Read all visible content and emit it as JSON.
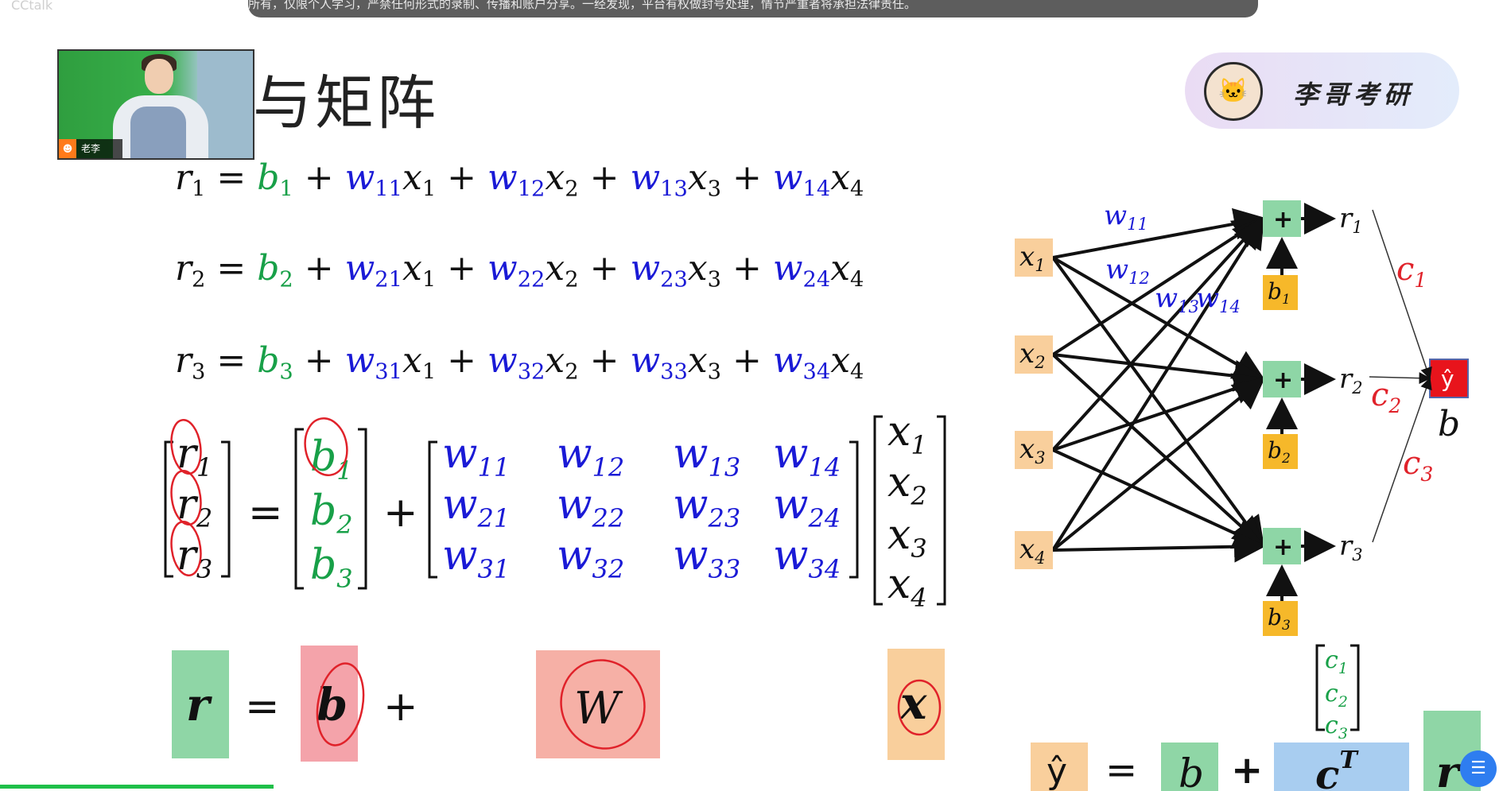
{
  "app": {
    "name": "CCtalk"
  },
  "notice": {
    "text": "所有，仅限个人学习，严禁任何形式的录制、传播和账户分享。一经发现，平台有权做封号处理，情节严重者将承担法律责任。"
  },
  "webcam": {
    "user_name": "老李"
  },
  "slide": {
    "title": "与矩阵",
    "brand": "李哥考研"
  },
  "colors": {
    "bias": "#18a048",
    "weight": "#1a1ad6",
    "output_weight": "#e0222a",
    "node": "#8ed6a6",
    "input_box": "#f9cf9c",
    "bias_box": "#f6b82a"
  },
  "equations": {
    "symbols": {
      "eq": "=",
      "plus": "+"
    },
    "rows": [
      {
        "r": "r",
        "ri": "1",
        "b": "b",
        "bi": "1",
        "terms": [
          [
            "w",
            "11",
            "x",
            "1"
          ],
          [
            "w",
            "12",
            "x",
            "2"
          ],
          [
            "w",
            "13",
            "x",
            "3"
          ],
          [
            "w",
            "14",
            "x",
            "4"
          ]
        ]
      },
      {
        "r": "r",
        "ri": "2",
        "b": "b",
        "bi": "2",
        "terms": [
          [
            "w",
            "21",
            "x",
            "1"
          ],
          [
            "w",
            "22",
            "x",
            "2"
          ],
          [
            "w",
            "23",
            "x",
            "3"
          ],
          [
            "w",
            "24",
            "x",
            "4"
          ]
        ]
      },
      {
        "r": "r",
        "ri": "3",
        "b": "b",
        "bi": "3",
        "terms": [
          [
            "w",
            "31",
            "x",
            "1"
          ],
          [
            "w",
            "32",
            "x",
            "2"
          ],
          [
            "w",
            "33",
            "x",
            "3"
          ],
          [
            "w",
            "34",
            "x",
            "4"
          ]
        ]
      }
    ]
  },
  "matrix": {
    "r": [
      [
        "r",
        "1"
      ],
      [
        "r",
        "2"
      ],
      [
        "r",
        "3"
      ]
    ],
    "b": [
      [
        "b",
        "1"
      ],
      [
        "b",
        "2"
      ],
      [
        "b",
        "3"
      ]
    ],
    "w": [
      [
        [
          "w",
          "11"
        ],
        [
          "w",
          "12"
        ],
        [
          "w",
          "13"
        ],
        [
          "w",
          "14"
        ]
      ],
      [
        [
          "w",
          "21"
        ],
        [
          "w",
          "22"
        ],
        [
          "w",
          "23"
        ],
        [
          "w",
          "24"
        ]
      ],
      [
        [
          "w",
          "31"
        ],
        [
          "w",
          "32"
        ],
        [
          "w",
          "33"
        ],
        [
          "w",
          "34"
        ]
      ]
    ],
    "x": [
      [
        "x",
        "1"
      ],
      [
        "x",
        "2"
      ],
      [
        "x",
        "3"
      ],
      [
        "x",
        "4"
      ]
    ]
  },
  "vector_form": {
    "r": "r",
    "b": "b",
    "W": "W",
    "x": "x"
  },
  "network": {
    "inputs": [
      [
        "x",
        "1"
      ],
      [
        "x",
        "2"
      ],
      [
        "x",
        "3"
      ],
      [
        "x",
        "4"
      ]
    ],
    "sum_symbol": "+",
    "biases": [
      [
        "b",
        "1"
      ],
      [
        "b",
        "2"
      ],
      [
        "b",
        "3"
      ]
    ],
    "outputs": [
      [
        "r",
        "1"
      ],
      [
        "r",
        "2"
      ],
      [
        "r",
        "3"
      ]
    ],
    "weight_labels": [
      [
        "w",
        "11"
      ],
      [
        "w",
        "12"
      ],
      [
        "w",
        "13"
      ],
      [
        "w",
        "14"
      ]
    ],
    "c_labels": [
      [
        "c",
        "1"
      ],
      [
        "c",
        "2"
      ],
      [
        "c",
        "3"
      ]
    ],
    "yhat": "ŷ",
    "yhat_bias": "b"
  },
  "final_eq": {
    "c_vector": [
      [
        "c",
        "1"
      ],
      [
        "c",
        "2"
      ],
      [
        "c",
        "3"
      ]
    ],
    "yhat": "ŷ",
    "eq": "=",
    "b": "b",
    "plus": "+",
    "c": "c",
    "cT": "T",
    "r": "r"
  }
}
